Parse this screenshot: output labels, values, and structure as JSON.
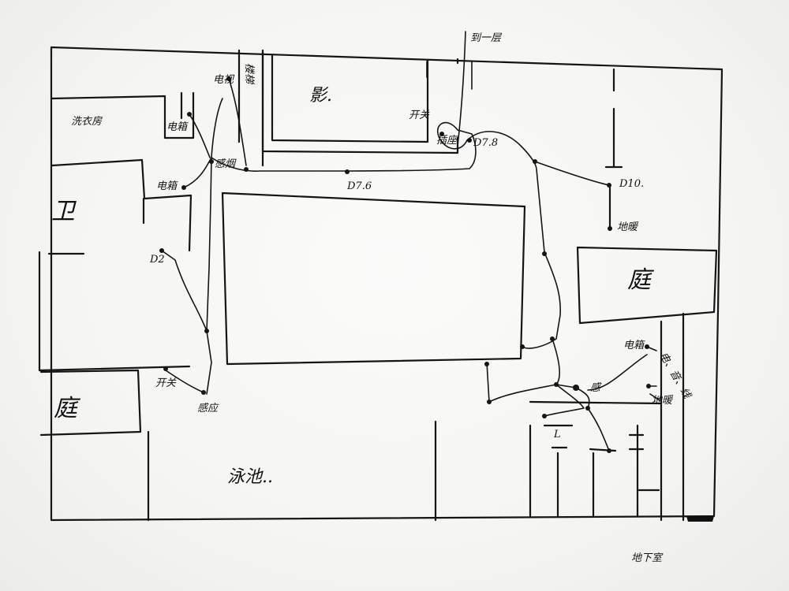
{
  "labels": {
    "room_upper": "影.",
    "stairs": "楼梯",
    "laundry": "洗衣房",
    "electric_box_small": "电箱",
    "bathroom": "卫",
    "courtyard_left": "庭",
    "courtyard_right": "庭",
    "pool": "泳池..",
    "basement": "地下室",
    "to_first_floor": "到一层",
    "d78": "D7.8",
    "d76": "D7.6",
    "d10": "D10.",
    "d2": "D2",
    "floor_heating": "地暖",
    "switch_top": "开关",
    "switch_bottom": "开关",
    "smoke_top": "感烟",
    "smoke_bottom": "感应",
    "electric_box_left": "电箱",
    "electric_box_right": "电箱",
    "outlet_top": "插座",
    "top_left_mark": "电视",
    "right_marks": "电、音、线",
    "right_mark_2": "地暖",
    "sensor_mid": "感",
    "bracket_marks": "L"
  }
}
